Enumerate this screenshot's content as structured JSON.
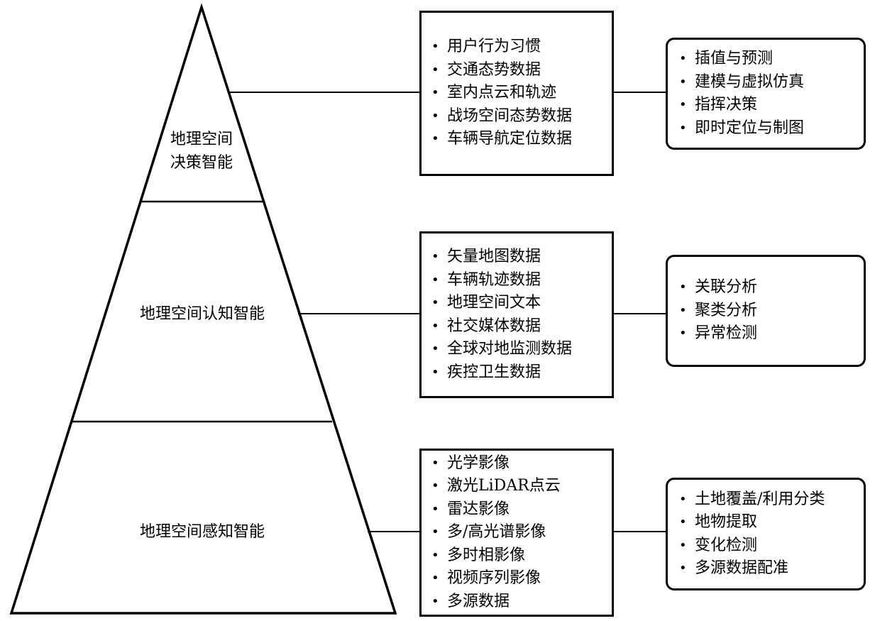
{
  "diagram": {
    "tiers": [
      {
        "label_lines": [
          "地理空间",
          "决策智能"
        ],
        "data_items": [
          "用户行为习惯",
          "交通态势数据",
          "室内点云和轨迹",
          "战场空间态势数据",
          "车辆导航定位数据"
        ],
        "app_items": [
          "插值与预测",
          "建模与虚拟仿真",
          "指挥决策",
          "即时定位与制图"
        ]
      },
      {
        "label_lines": [
          "地理空间认知智能"
        ],
        "data_items": [
          "矢量地图数据",
          "车辆轨迹数据",
          "地理空间文本",
          "社交媒体数据",
          "全球对地监测数据",
          "疾控卫生数据"
        ],
        "app_items": [
          "关联分析",
          "聚类分析",
          "异常检测"
        ]
      },
      {
        "label_lines": [
          "地理空间感知智能"
        ],
        "data_items": [
          "光学影像",
          "激光LiDAR点云",
          "雷达影像",
          "多/高光谱影像",
          "多时相影像",
          "视频序列影像",
          "多源数据"
        ],
        "app_items": [
          "土地覆盖/利用分类",
          "地物提取",
          "变化检测",
          "多源数据配准"
        ]
      }
    ],
    "bullet_glyph": "•",
    "line_color": "#000000",
    "background_color": "#ffffff"
  }
}
